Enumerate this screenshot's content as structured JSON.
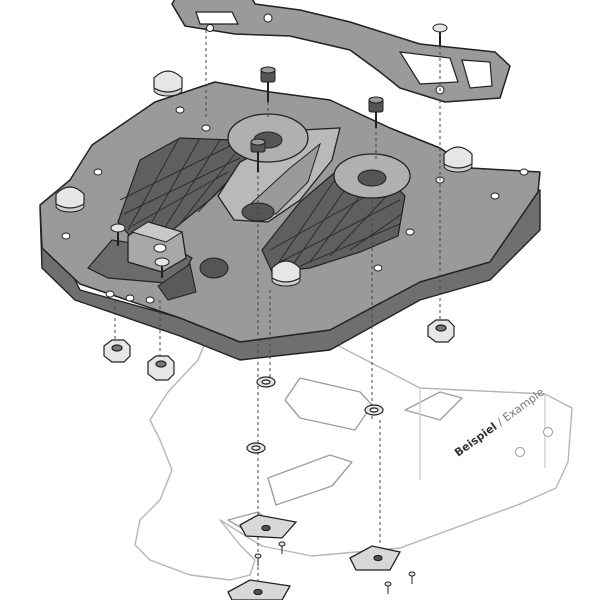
{
  "figure": {
    "caption_bold": "Beispiel",
    "caption_separator": " / ",
    "caption_regular": "Example"
  },
  "colors": {
    "plate_fill": "#9a9a9a",
    "plate_shadow": "#6f6f6f",
    "outline": "#222222",
    "rack_line": "#b5b5b5",
    "hardware_fill": "#e6e6e6",
    "leader_line": "#444444"
  },
  "parts": [
    "top-bracket",
    "adapter-plate",
    "locking-knob",
    "mounting-screw",
    "hex-nut",
    "lock-washer",
    "clamp-block",
    "rear-rack",
    "mounting-clip"
  ]
}
